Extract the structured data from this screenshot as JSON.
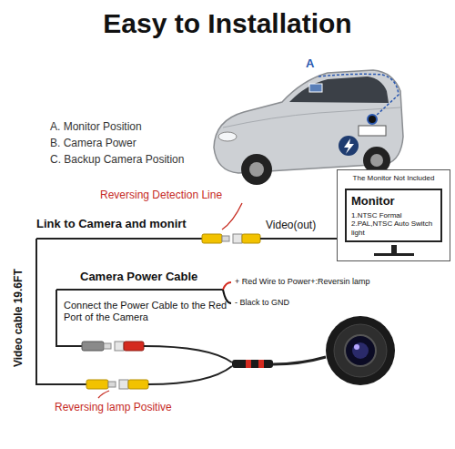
{
  "diagram": {
    "title": "Easy to Installation",
    "nodes": [
      {
        "text": [
          "The Monitor Not Included"
        ]
      },
      {
        "text": [
          "Monitor",
          "1.NTSC Formal",
          "2.PAL,NTSC Auto Switch light"
        ],
        "in": 0
      }
    ],
    "labels": [
      "A",
      "A. Monitor Position",
      "B. Camera Power",
      "C. Backup Camera Position",
      "Reversing Detection Line",
      "Link to Camera and monirt",
      "Video(out)",
      "Video cable 19.6FT",
      "Camera Power Cable",
      "+ Red Wire to Power+:Reversin lamp",
      "- Black to GND",
      "Connect the Power Cable to the Red Port of the Camera",
      "Reversing lamp Positive"
    ]
  }
}
